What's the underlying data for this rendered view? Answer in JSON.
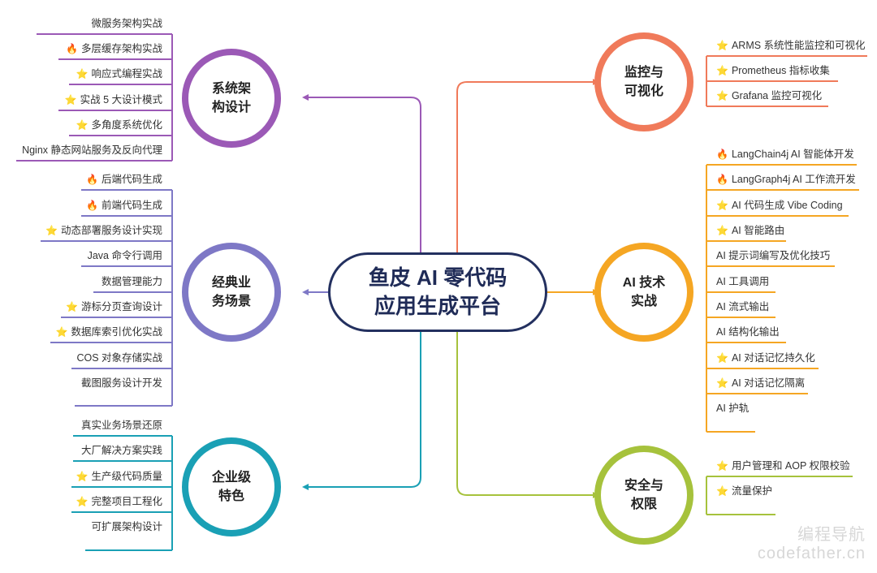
{
  "center": {
    "line1": "鱼皮 AI 零代码",
    "line2": "应用生成平台"
  },
  "colors": {
    "center": "#23305f",
    "system": "#9b59b6",
    "classic": "#7e78c6",
    "enterprise": "#1aa0b5",
    "monitor": "#f07a5a",
    "ai": "#f5a623",
    "security": "#a6c23c"
  },
  "branches": {
    "system": {
      "line1": "系统架",
      "line2": "构设计",
      "items": [
        {
          "icon": "",
          "text": "微服务架构实战"
        },
        {
          "icon": "fire-icon",
          "text": "多层缓存架构实战"
        },
        {
          "icon": "star-icon",
          "text": "响应式编程实战"
        },
        {
          "icon": "star-icon",
          "text": "实战 5 大设计模式"
        },
        {
          "icon": "star-icon",
          "text": "多角度系统优化"
        },
        {
          "icon": "",
          "text": "Nginx 静态网站服务及反向代理"
        }
      ]
    },
    "classic": {
      "line1": "经典业",
      "line2": "务场景",
      "items": [
        {
          "icon": "fire-icon",
          "text": "后端代码生成"
        },
        {
          "icon": "fire-icon",
          "text": "前端代码生成"
        },
        {
          "icon": "star-icon",
          "text": "动态部署服务设计实现"
        },
        {
          "icon": "",
          "text": "Java 命令行调用"
        },
        {
          "icon": "",
          "text": "数据管理能力"
        },
        {
          "icon": "star-icon",
          "text": "游标分页查询设计"
        },
        {
          "icon": "star-icon",
          "text": "数据库索引优化实战"
        },
        {
          "icon": "",
          "text": "COS 对象存储实战"
        },
        {
          "icon": "",
          "text": "截图服务设计开发"
        }
      ]
    },
    "enterprise": {
      "line1": "企业级",
      "line2": "特色",
      "items": [
        {
          "icon": "",
          "text": "真实业务场景还原"
        },
        {
          "icon": "",
          "text": "大厂解决方案实践"
        },
        {
          "icon": "star-icon",
          "text": "生产级代码质量"
        },
        {
          "icon": "star-icon",
          "text": "完整项目工程化"
        },
        {
          "icon": "",
          "text": "可扩展架构设计"
        }
      ]
    },
    "monitor": {
      "line1": "监控与",
      "line2": "可视化",
      "items": [
        {
          "icon": "star-icon",
          "text": "ARMS 系统性能监控和可视化"
        },
        {
          "icon": "star-icon",
          "text": "Prometheus 指标收集"
        },
        {
          "icon": "star-icon",
          "text": "Grafana 监控可视化"
        }
      ]
    },
    "ai": {
      "line1": "AI 技术",
      "line2": "实战",
      "items": [
        {
          "icon": "fire-icon",
          "text": "LangChain4j AI 智能体开发"
        },
        {
          "icon": "fire-icon",
          "text": "LangGraph4j AI 工作流开发"
        },
        {
          "icon": "star-icon",
          "text": "AI 代码生成 Vibe Coding"
        },
        {
          "icon": "star-icon",
          "text": "AI 智能路由"
        },
        {
          "icon": "",
          "text": "AI 提示词编写及优化技巧"
        },
        {
          "icon": "",
          "text": "AI 工具调用"
        },
        {
          "icon": "",
          "text": "AI 流式输出"
        },
        {
          "icon": "",
          "text": "AI 结构化输出"
        },
        {
          "icon": "star-icon",
          "text": "AI 对话记忆持久化"
        },
        {
          "icon": "star-icon",
          "text": "AI 对话记忆隔离"
        },
        {
          "icon": "",
          "text": "AI  护轨"
        }
      ]
    },
    "security": {
      "line1": "安全与",
      "line2": "权限",
      "items": [
        {
          "icon": "star-icon",
          "text": "用户管理和 AOP 权限校验"
        },
        {
          "icon": "star-icon",
          "text": "流量保护"
        }
      ]
    }
  },
  "watermark": {
    "line1": "编程导航",
    "line2": "codefather.cn"
  }
}
